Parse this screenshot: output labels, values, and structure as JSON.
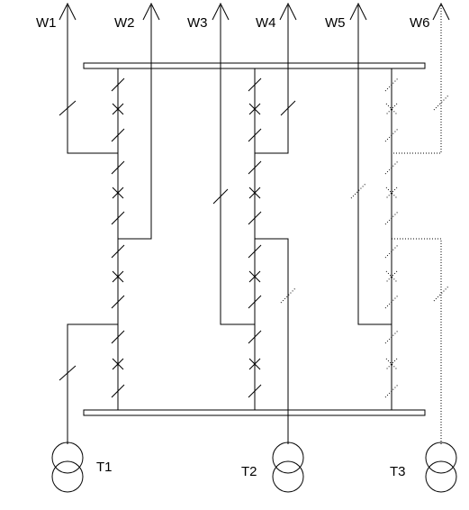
{
  "lines": [
    {
      "id": "w1",
      "label": "W1"
    },
    {
      "id": "w2",
      "label": "W2"
    },
    {
      "id": "w3",
      "label": "W3"
    },
    {
      "id": "w4",
      "label": "W4"
    },
    {
      "id": "w5",
      "label": "W5"
    },
    {
      "id": "w6",
      "label": "W6"
    }
  ],
  "transformers": [
    {
      "id": "t1",
      "label": "T1"
    },
    {
      "id": "t2",
      "label": "T2"
    },
    {
      "id": "t3",
      "label": "T3"
    }
  ],
  "busbars": [
    {
      "id": "upper"
    },
    {
      "id": "lower"
    }
  ],
  "style": {
    "line_color": "#000000",
    "background": "#ffffff"
  }
}
